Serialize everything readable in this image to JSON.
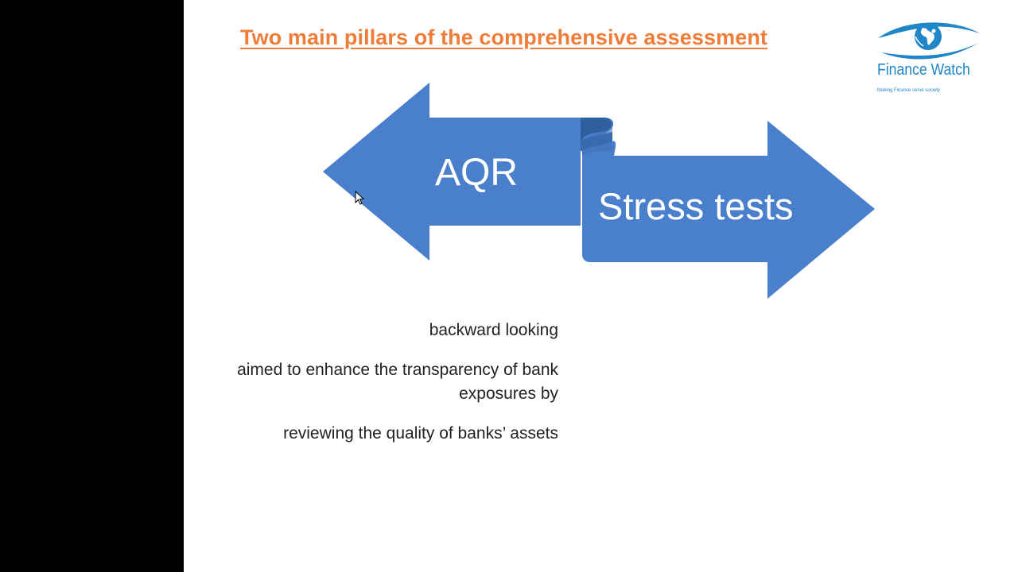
{
  "slide": {
    "title": "Two main pillars of the comprehensive assessment",
    "logo": {
      "name": "Finance Watch",
      "tagline": "Making Finance serve society",
      "icon": "globe-eye-icon"
    },
    "diagram": {
      "left_arrow_label": "AQR",
      "right_arrow_label": "Stress tests",
      "arrow_color": "#4a7fcb",
      "fold_color": "#2f5f9e"
    },
    "notes": [
      "backward looking",
      "aimed to enhance the transparency of bank exposures by",
      "reviewing the quality of banks’ assets"
    ]
  },
  "colors": {
    "title": "#ee7d3a",
    "logo": "#1f87c7",
    "background_left": "#000000",
    "slide_background": "#ffffff"
  },
  "pointer": {
    "icon": "mouse-pointer-icon"
  }
}
